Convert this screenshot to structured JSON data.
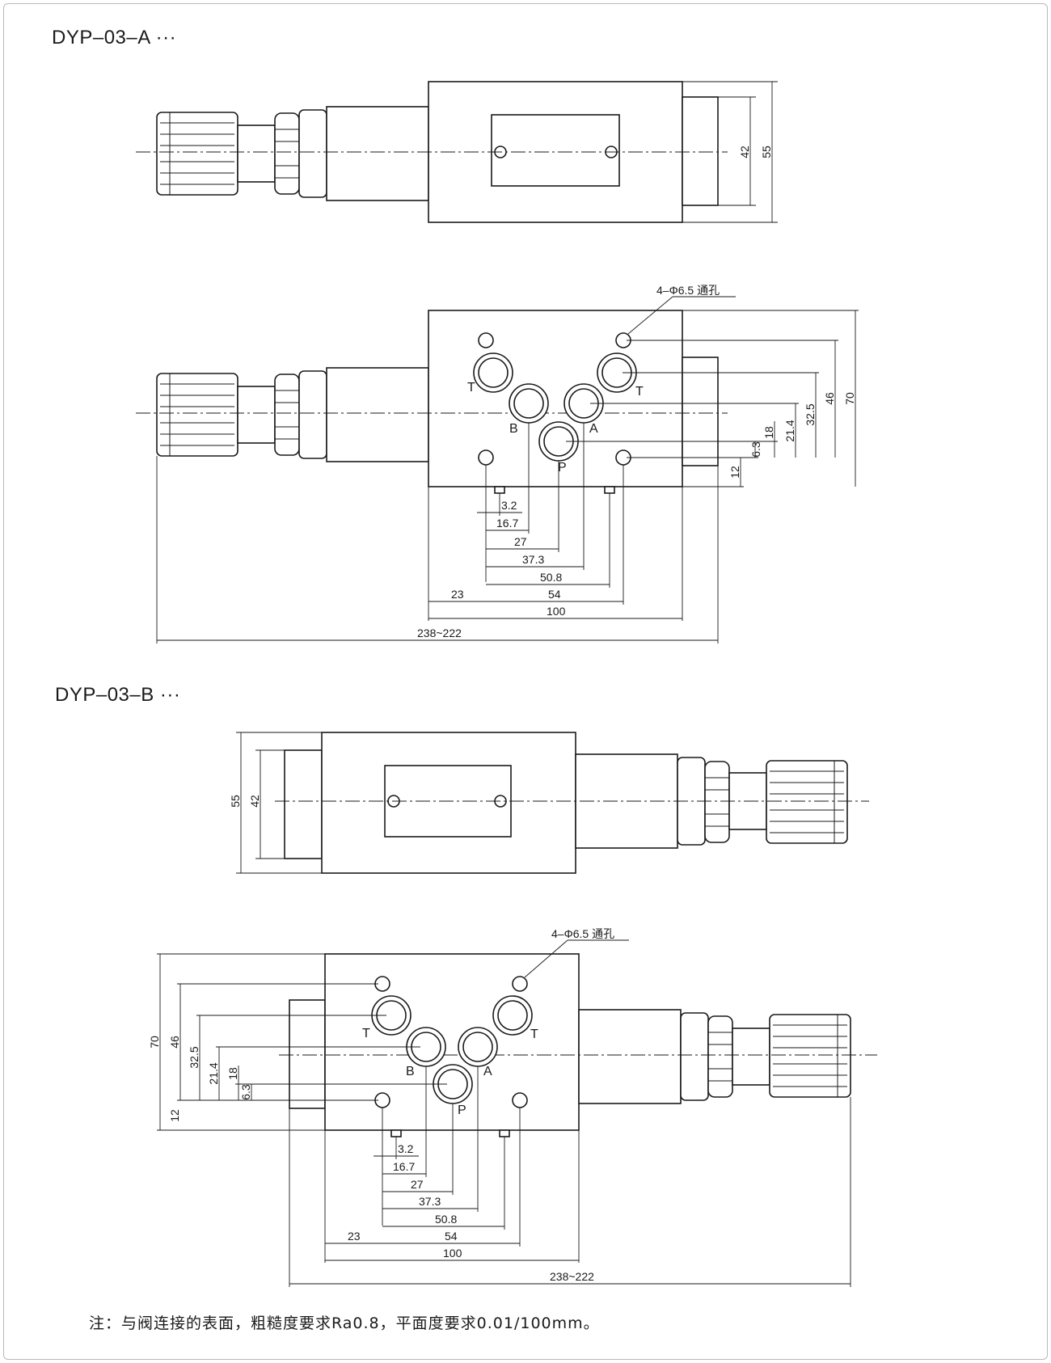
{
  "titles": {
    "a": "DYP–03–A ···",
    "b": "DYP–03–B ···"
  },
  "hole_note": "4–Φ6.5 通孔",
  "ports": {
    "t": "T",
    "b": "B",
    "a": "A",
    "p": "P"
  },
  "dims": {
    "d42": "42",
    "d55": "55",
    "d70": "70",
    "d46": "46",
    "d32_5": "32.5",
    "d21_4": "21.4",
    "d18": "18",
    "d6_3": "6.3",
    "d12": "12",
    "d3_2": "3.2",
    "d16_7": "16.7",
    "d27": "27",
    "d37_3": "37.3",
    "d50_8": "50.8",
    "d23": "23",
    "d54": "54",
    "d100": "100",
    "d238": "238~222"
  },
  "footnote": "注：与阀连接的表面，粗糙度要求Ra0.8，平面度要求0.01/100mm。"
}
